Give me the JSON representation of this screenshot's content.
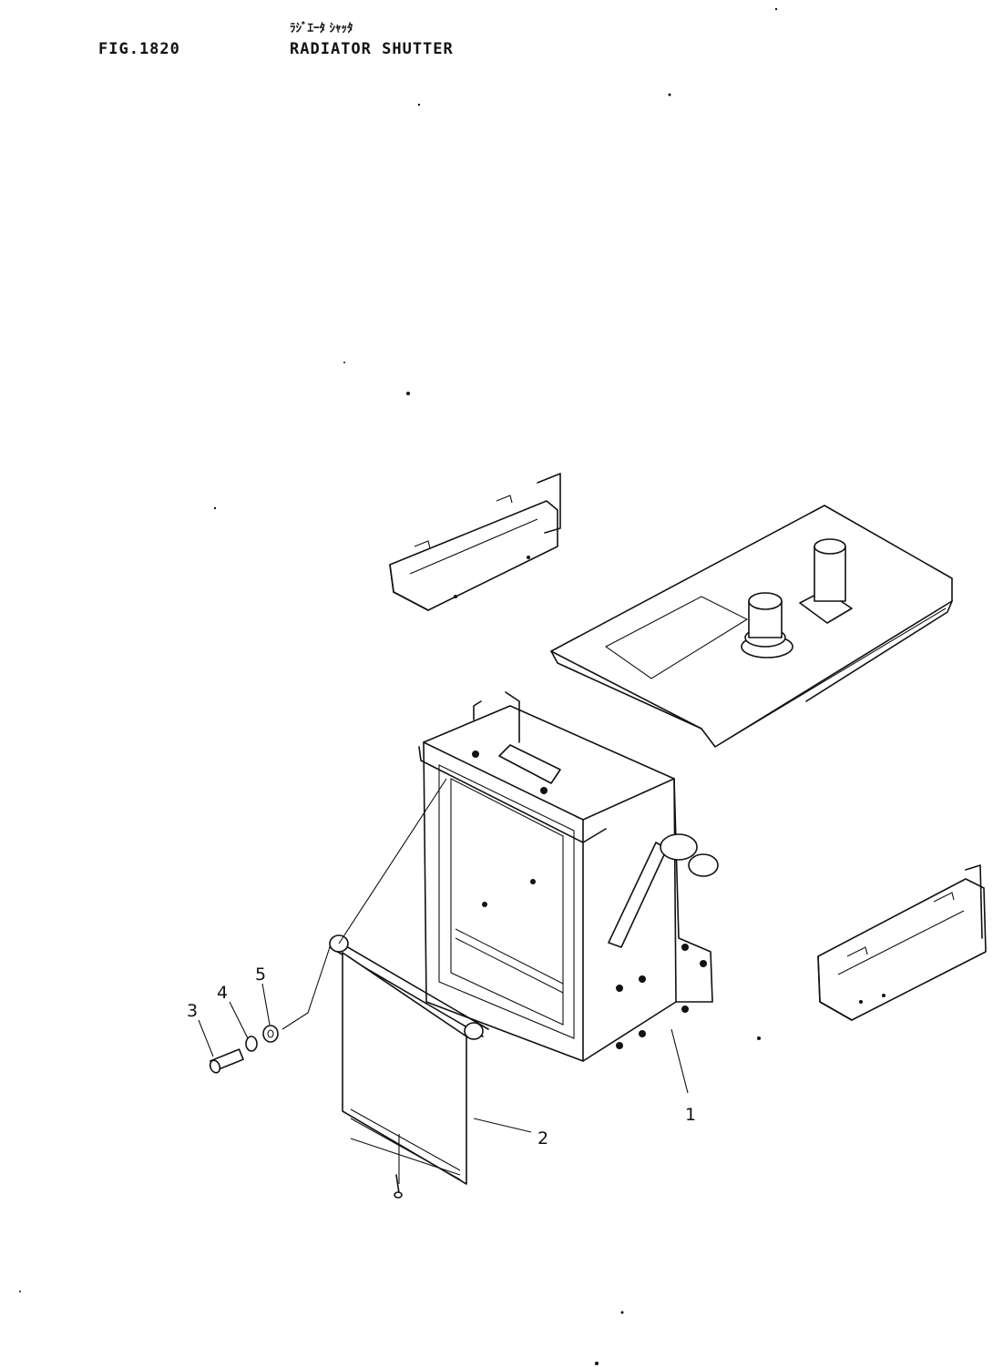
{
  "figure": {
    "number": "FIG.1820",
    "title_kana": "ﾗｼﾞｴｰﾀ ｼｬｯﾀ",
    "title": "RADIATOR SHUTTER"
  },
  "callouts": [
    "1",
    "2",
    "3",
    "4",
    "5"
  ],
  "colors": {
    "line": "#111111",
    "background": "#ffffff"
  }
}
